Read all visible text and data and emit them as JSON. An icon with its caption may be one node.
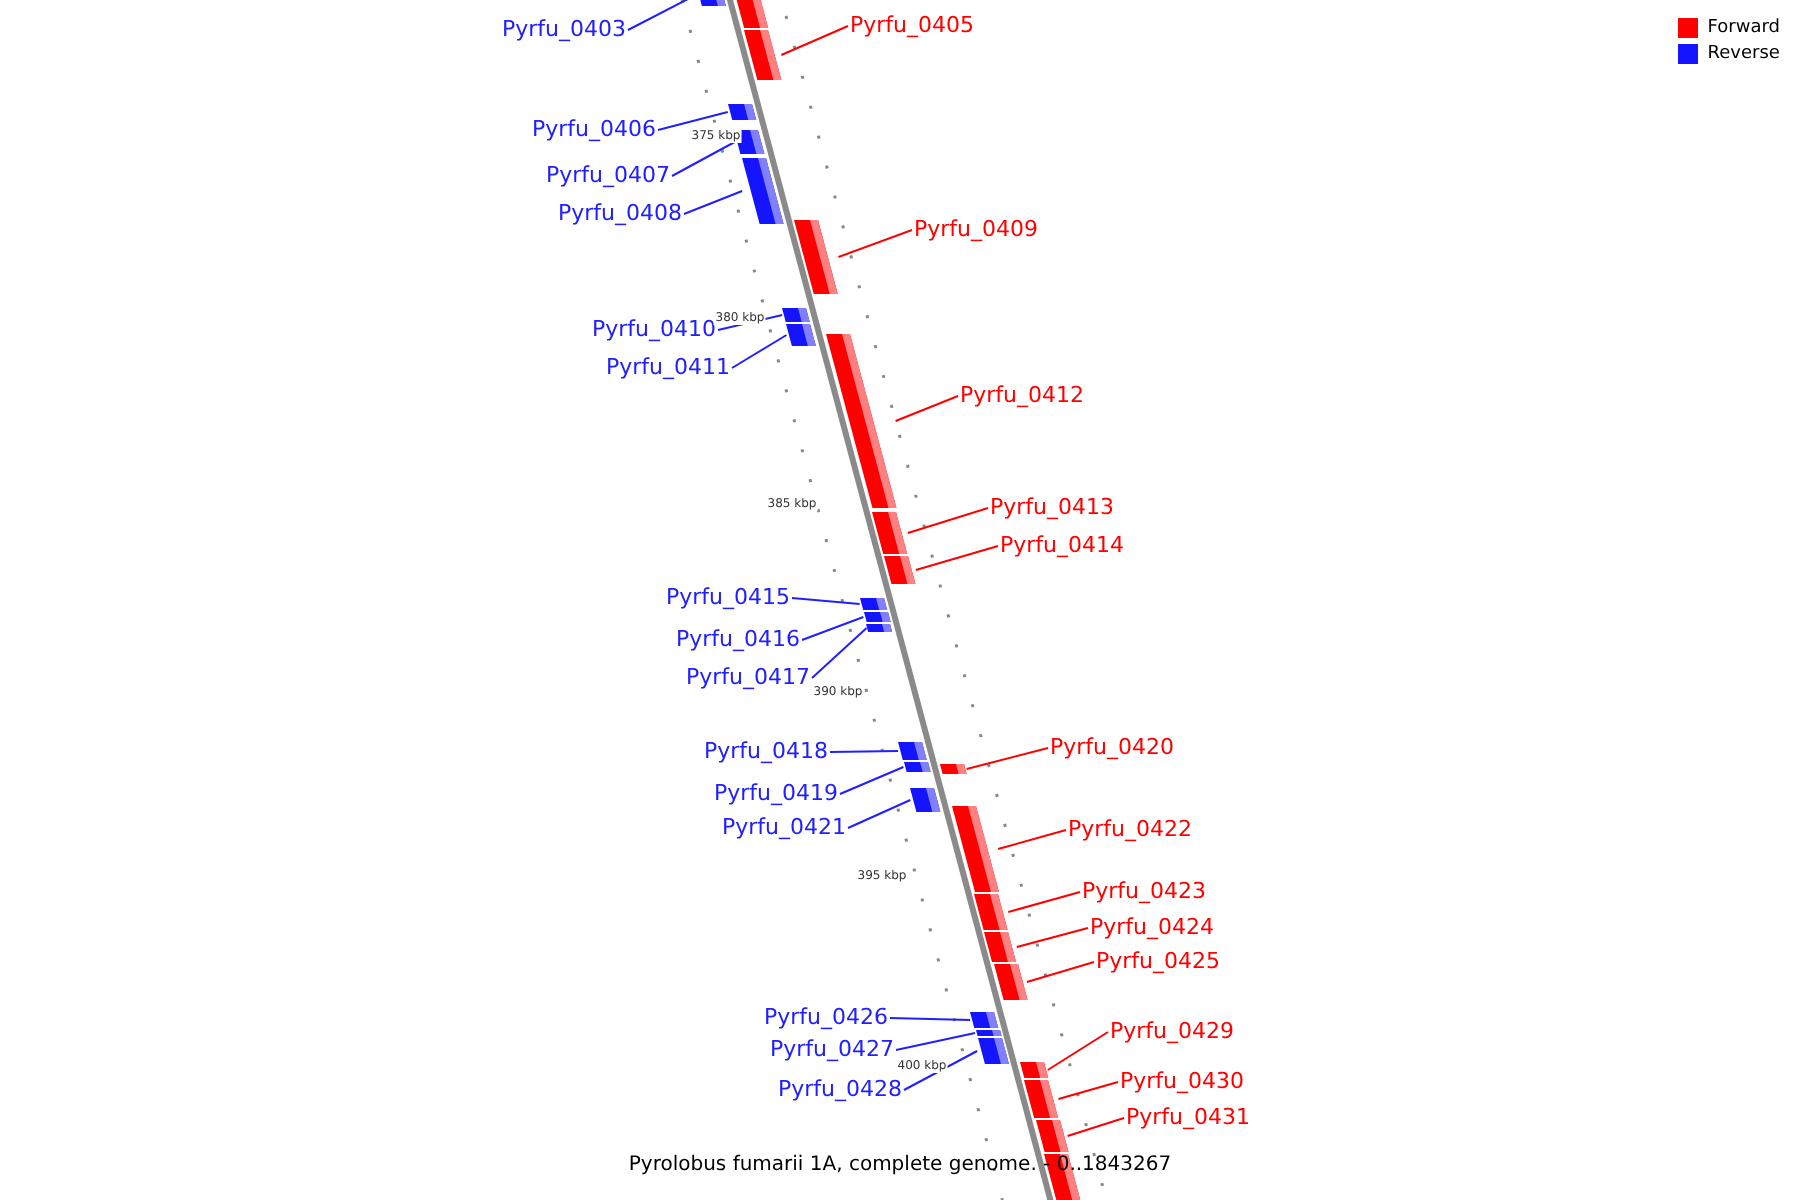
{
  "diagram": {
    "caption": "Pyrolobus fumarii 1A, complete genome. - 0..1843267",
    "nodes": [
      {
        "text": [
          "Pyrfu_0403"
        ]
      },
      {
        "text": [],
        "shape": "bar"
      },
      {
        "text": [],
        "shape": "bar"
      },
      {
        "text": [
          "Pyrfu_0405"
        ]
      },
      {
        "text": [],
        "shape": "bar"
      },
      {
        "text": [
          "Pyrfu_0406"
        ]
      },
      {
        "text": [],
        "shape": "bar"
      },
      {
        "text": [
          "Pyrfu_0407"
        ]
      },
      {
        "text": [],
        "shape": "bar"
      },
      {
        "text": [
          "Pyrfu_0408"
        ]
      },
      {
        "text": [],
        "shape": "bar"
      },
      {
        "text": [
          "Pyrfu_0409"
        ]
      },
      {
        "text": [],
        "shape": "bar"
      },
      {
        "text": [
          "Pyrfu_0410"
        ]
      },
      {
        "text": [],
        "shape": "bar"
      },
      {
        "text": [
          "Pyrfu_0411"
        ]
      },
      {
        "text": [],
        "shape": "bar"
      },
      {
        "text": [
          "Pyrfu_0412"
        ]
      },
      {
        "text": [],
        "shape": "bar"
      },
      {
        "text": [
          "Pyrfu_0413"
        ]
      },
      {
        "text": [],
        "shape": "bar"
      },
      {
        "text": [
          "Pyrfu_0414"
        ]
      },
      {
        "text": [],
        "shape": "bar"
      },
      {
        "text": [
          "Pyrfu_0415"
        ]
      },
      {
        "text": [],
        "shape": "bar"
      },
      {
        "text": [
          "Pyrfu_0416"
        ]
      },
      {
        "text": [],
        "shape": "bar"
      },
      {
        "text": [
          "Pyrfu_0417"
        ]
      },
      {
        "text": [],
        "shape": "bar"
      },
      {
        "text": [
          "Pyrfu_0418"
        ]
      },
      {
        "text": [],
        "shape": "bar"
      },
      {
        "text": [
          "Pyrfu_0419"
        ]
      },
      {
        "text": [],
        "shape": "bar"
      },
      {
        "text": [
          "Pyrfu_0420"
        ]
      },
      {
        "text": [],
        "shape": "bar"
      },
      {
        "text": [
          "Pyrfu_0421"
        ]
      },
      {
        "text": [],
        "shape": "bar"
      },
      {
        "text": [
          "Pyrfu_0422"
        ]
      },
      {
        "text": [],
        "shape": "bar"
      },
      {
        "text": [
          "Pyrfu_0423"
        ]
      },
      {
        "text": [],
        "shape": "bar"
      },
      {
        "text": [
          "Pyrfu_0424"
        ]
      },
      {
        "text": [],
        "shape": "bar"
      },
      {
        "text": [
          "Pyrfu_0425"
        ]
      },
      {
        "text": [],
        "shape": "bar"
      },
      {
        "text": [
          "Pyrfu_0426"
        ]
      },
      {
        "text": [],
        "shape": "bar"
      },
      {
        "text": [
          "Pyrfu_0427"
        ]
      },
      {
        "text": [],
        "shape": "bar"
      },
      {
        "text": [
          "Pyrfu_0428"
        ]
      },
      {
        "text": [],
        "shape": "bar"
      },
      {
        "text": [
          "Pyrfu_0429"
        ]
      },
      {
        "text": [],
        "shape": "bar"
      },
      {
        "text": [
          "Pyrfu_0430"
        ]
      },
      {
        "text": [],
        "shape": "bar"
      },
      {
        "text": [
          "Pyrfu_0431"
        ]
      },
      {
        "text": [],
        "shape": "bar"
      },
      {
        "text": [],
        "shape": "bar"
      }
    ],
    "edges": [
      {
        "from": 0,
        "to": 1,
        "arrow": "none"
      },
      {
        "from": 3,
        "to": 4,
        "arrow": "none",
        "color": "#ff0000"
      },
      {
        "from": 5,
        "to": 6,
        "arrow": "none"
      },
      {
        "from": 7,
        "to": 8,
        "arrow": "none"
      },
      {
        "from": 9,
        "to": 10,
        "arrow": "none"
      },
      {
        "from": 11,
        "to": 12,
        "arrow": "none",
        "color": "#ff0000"
      },
      {
        "from": 13,
        "to": 14,
        "arrow": "none"
      },
      {
        "from": 15,
        "to": 16,
        "arrow": "none"
      },
      {
        "from": 17,
        "to": 18,
        "arrow": "none",
        "color": "#ff0000"
      },
      {
        "from": 19,
        "to": 20,
        "arrow": "none",
        "color": "#ff0000"
      },
      {
        "from": 21,
        "to": 22,
        "arrow": "none",
        "color": "#ff0000"
      },
      {
        "from": 23,
        "to": 24,
        "arrow": "none"
      },
      {
        "from": 25,
        "to": 26,
        "arrow": "none"
      },
      {
        "from": 27,
        "to": 28,
        "arrow": "none"
      },
      {
        "from": 29,
        "to": 30,
        "arrow": "none"
      },
      {
        "from": 31,
        "to": 32,
        "arrow": "none"
      },
      {
        "from": 33,
        "to": 34,
        "arrow": "none",
        "color": "#ff0000"
      },
      {
        "from": 35,
        "to": 36,
        "arrow": "none"
      },
      {
        "from": 37,
        "to": 38,
        "arrow": "none",
        "color": "#ff0000"
      },
      {
        "from": 39,
        "to": 40,
        "arrow": "none",
        "color": "#ff0000"
      },
      {
        "from": 41,
        "to": 42,
        "arrow": "none",
        "color": "#ff0000"
      },
      {
        "from": 43,
        "to": 44,
        "arrow": "none",
        "color": "#ff0000"
      },
      {
        "from": 45,
        "to": 46,
        "arrow": "none"
      },
      {
        "from": 47,
        "to": 48,
        "arrow": "none"
      },
      {
        "from": 49,
        "to": 50,
        "arrow": "none"
      },
      {
        "from": 51,
        "to": 52,
        "arrow": "none",
        "color": "#ff0000"
      },
      {
        "from": 53,
        "to": 54,
        "arrow": "none",
        "color": "#ff0000"
      },
      {
        "from": 55,
        "to": 56,
        "arrow": "none",
        "color": "#ff0000"
      }
    ],
    "labels": [
      "375 kbp",
      "380 kbp",
      "385 kbp",
      "390 kbp",
      "395 kbp",
      "400 kbp"
    ],
    "legend": [
      {
        "text": "Forward",
        "color": "#ff0000"
      },
      {
        "text": "Reverse",
        "color": "#1414ff"
      }
    ]
  }
}
